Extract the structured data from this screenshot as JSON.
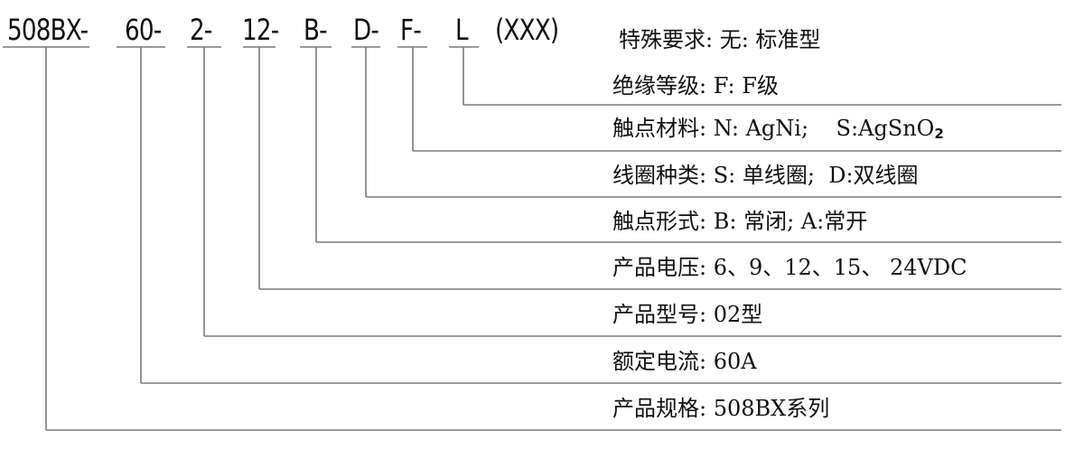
{
  "diagram": {
    "code_segments": [
      {
        "id": "series",
        "text": "508BX-"
      },
      {
        "id": "current",
        "text": "60-"
      },
      {
        "id": "model",
        "text": "2-"
      },
      {
        "id": "voltage",
        "text": "12-"
      },
      {
        "id": "contact_form",
        "text": "B-"
      },
      {
        "id": "coil_type",
        "text": "D-"
      },
      {
        "id": "contact_material",
        "text": "F-"
      },
      {
        "id": "insulation",
        "text": "L"
      },
      {
        "id": "special",
        "text": "(XXX)"
      }
    ],
    "rows": [
      {
        "id": "special",
        "label": "特殊要求: 无: 标准型"
      },
      {
        "id": "insulation",
        "label": "绝缘等级: F: F级"
      },
      {
        "id": "contact_material",
        "label": "触点材料: N: AgNi;    S:AgSnO",
        "subscript": "2"
      },
      {
        "id": "coil_type",
        "label": "线圈种类: S: 单线圈;  D:双线圈"
      },
      {
        "id": "contact_form",
        "label": "触点形式: B: 常闭; A:常开"
      },
      {
        "id": "voltage",
        "label": "产品电压: 6、9、12、15、 24VDC"
      },
      {
        "id": "model",
        "label": "产品型号: 02型"
      },
      {
        "id": "current",
        "label": "额定电流: 60A"
      },
      {
        "id": "series",
        "label": "产品规格: 508BX系列"
      }
    ],
    "line_color": "#7a7a7a",
    "text_color": "#111111"
  }
}
